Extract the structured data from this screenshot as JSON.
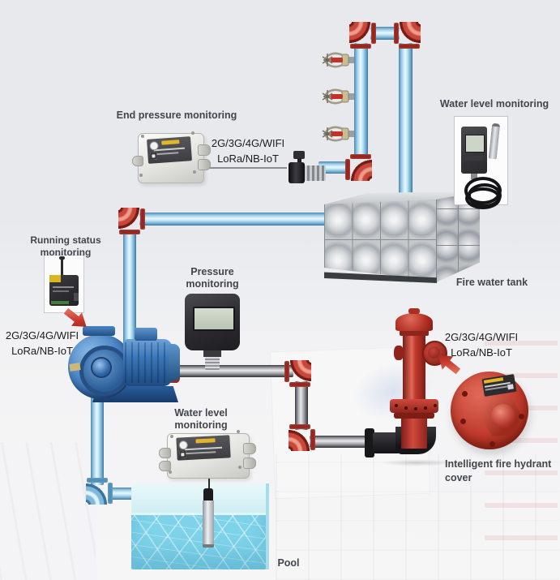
{
  "captions": {
    "end_pressure": "End pressure monitoring",
    "water_level_top": "Water level monitoring",
    "running_status": "Running status monitoring",
    "pressure_l1": "Pressure",
    "pressure_l2": "monitoring",
    "fire_tank": "Fire water tank",
    "hydrant_cover_l1": "Intelligent fire hydrant",
    "hydrant_cover_l2": "cover",
    "water_level_mid_l1": "Water level",
    "water_level_mid_l2": "monitoring",
    "pool": "Pool"
  },
  "connectivity": {
    "top_l1": "2G/3G/4G/WIFI",
    "top_l2": "LoRa/NB-IoT",
    "left_l1": "2G/3G/4G/WIFI",
    "left_l2": "LoRa/NB-IoT",
    "right_l1": "2G/3G/4G/WIFI",
    "right_l2": "LoRa/NB-IoT"
  },
  "figures": [
    "sprinkler-heads",
    "end-pressure-sensor",
    "junction-box-logger",
    "wireless-status-logger",
    "pressure-sensor",
    "water-level-sensor-probe",
    "stainless-fire-water-tank",
    "booster-pump",
    "fire-hydrant",
    "intelligent-hydrant-cover",
    "pool",
    "blue-water-pipes",
    "steel-pipes",
    "red-pipe-elbows"
  ],
  "colors": {
    "background": "#e8e9ed",
    "pipe_blue_light": "#d9f1fb",
    "pipe_blue": "#7fb8da",
    "fitting_red": "#c8473a",
    "steel_pipe": "#a9abb0",
    "tank_steel": "#c9ccd0",
    "pump_blue": "#3a76b8",
    "hydrant_red": "#c23a2c",
    "cover_red": "#c03a2c",
    "pool_water": "#7cd3ea",
    "pool_surface": "#dbf2f6",
    "device_black": "#2b2b2f",
    "label_yellow": "#e3b52b",
    "caption_text": "#41464d",
    "connect_text": "#1b1b1d",
    "arrow_red": "#c23527"
  }
}
